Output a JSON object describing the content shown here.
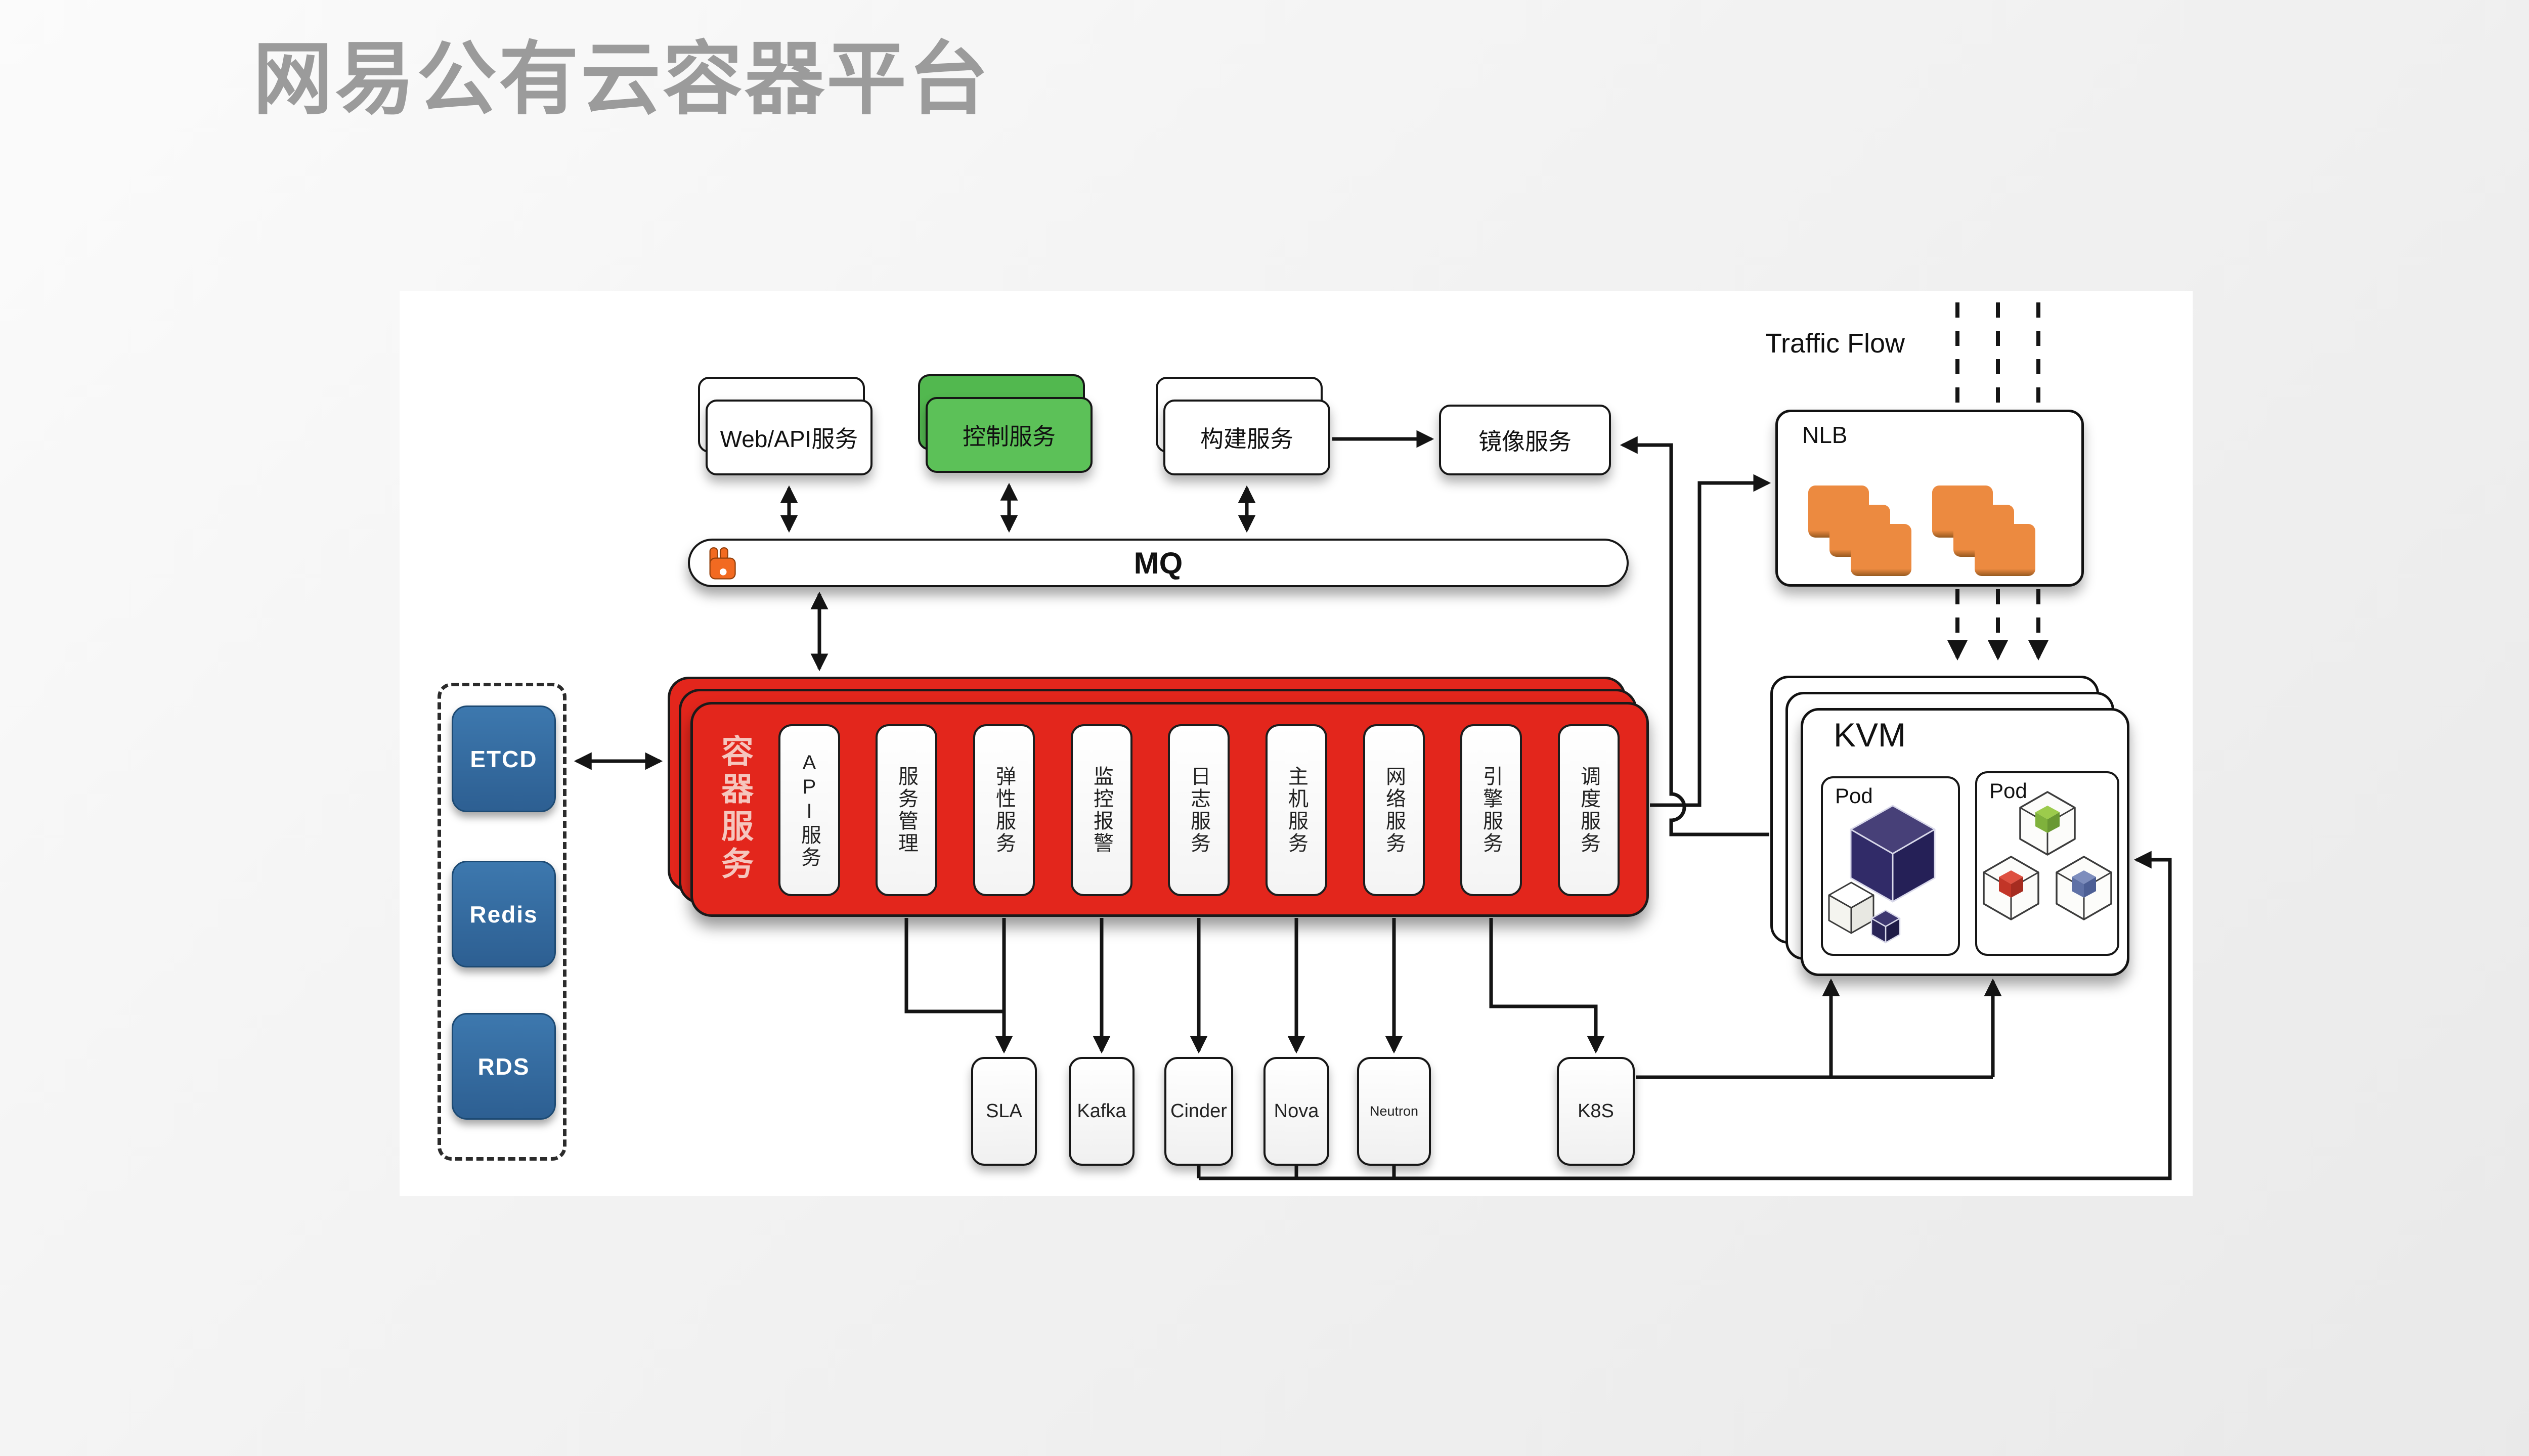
{
  "page_title": "网易公有云容器平台",
  "colors": {
    "title_gray": "#9b9b9b",
    "container_red": "#e3261c",
    "container_label_pink": "#f5c6be",
    "control_green": "#5cc158",
    "datastore_blue": "#35709f",
    "nlb_orange": "#ec8a40",
    "pod_cube_navy": "#312b68",
    "pod_cube_green": "#9ccb4c",
    "pod_cube_red": "#de5040",
    "pod_cube_blue": "#7d8dbd"
  },
  "top_services": {
    "web_api": "Web/API服务",
    "control": "控制服务",
    "build": "构建服务",
    "image": "镜像服务"
  },
  "mq": {
    "label": "MQ",
    "icon": "rabbitmq-icon"
  },
  "datastores": {
    "etcd": "ETCD",
    "redis": "Redis",
    "rds": "RDS"
  },
  "container_service": {
    "label": "容器服务",
    "services": [
      "API服务",
      "服务管理",
      "弹性服务",
      "监控报警",
      "日志服务",
      "主机服务",
      "网络服务",
      "引擎服务",
      "调度服务"
    ]
  },
  "backends": {
    "sla": "SLA",
    "kafka": "Kafka",
    "cinder": "Cinder",
    "nova": "Nova",
    "neutron": "Neutron",
    "k8s": "K8S"
  },
  "right_panel": {
    "traffic_flow": "Traffic Flow",
    "nlb": "NLB",
    "kvm": "KVM",
    "pod_left": "Pod",
    "pod_right": "Pod"
  }
}
